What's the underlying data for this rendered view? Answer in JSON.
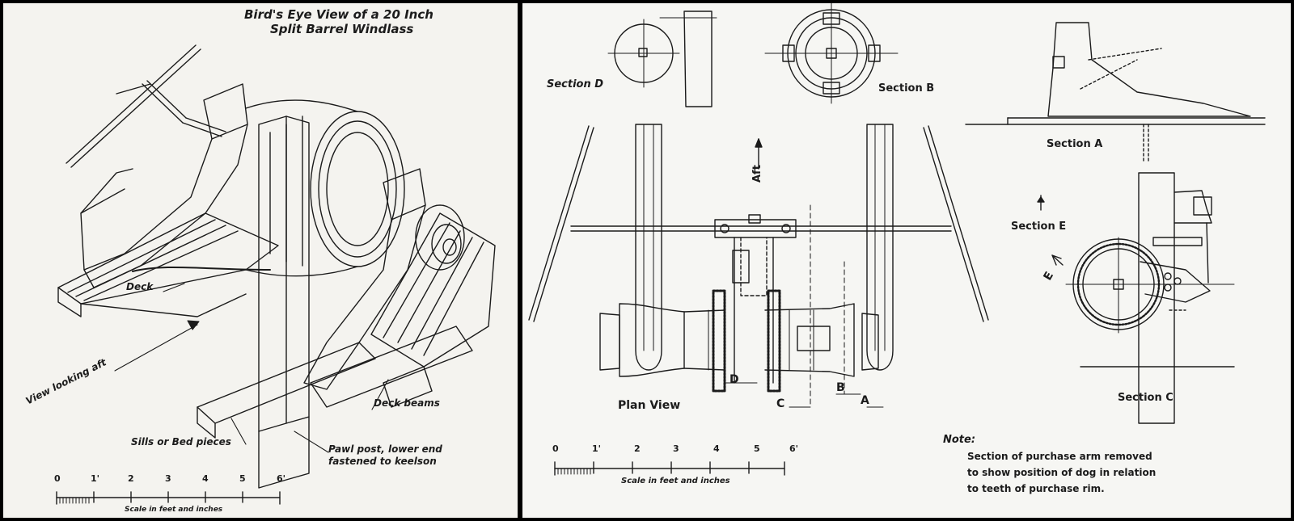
{
  "left": {
    "title_line1": "Bird's Eye View of a 20 Inch",
    "title_line2": "Split Barrel Windlass",
    "labels": {
      "deck": "Deck",
      "view_looking_aft": "View looking aft",
      "deck_beams": "Deck beams",
      "sills": "Sills or Bed pieces",
      "pawl_post_1": "Pawl post, lower end",
      "pawl_post_2": "fastened to keelson"
    },
    "scale": {
      "ticks": [
        "0",
        "1'",
        "2",
        "3",
        "4",
        "5",
        "6'"
      ],
      "caption": "Scale in feet and inches"
    }
  },
  "right": {
    "section_d": "Section D",
    "section_b": "Section B",
    "section_a": "Section A",
    "section_e": "Section E",
    "section_c": "Section C",
    "plan_view": "Plan View",
    "aft": "Aft",
    "cut_e": "E",
    "cut_d": "D",
    "cut_c": "C",
    "cut_b": "B",
    "cut_a": "A",
    "scale": {
      "ticks": [
        "0",
        "1'",
        "2",
        "3",
        "4",
        "5",
        "6'"
      ],
      "caption": "Scale in feet and inches"
    },
    "note_title": "Note:",
    "note_lines": [
      "Section of purchase arm removed",
      "to show position of dog in relation",
      "to teeth of purchase rim."
    ]
  },
  "colors": {
    "ink": "#1b1b1b",
    "paper": "#f4f3ef",
    "border": "#000000"
  }
}
